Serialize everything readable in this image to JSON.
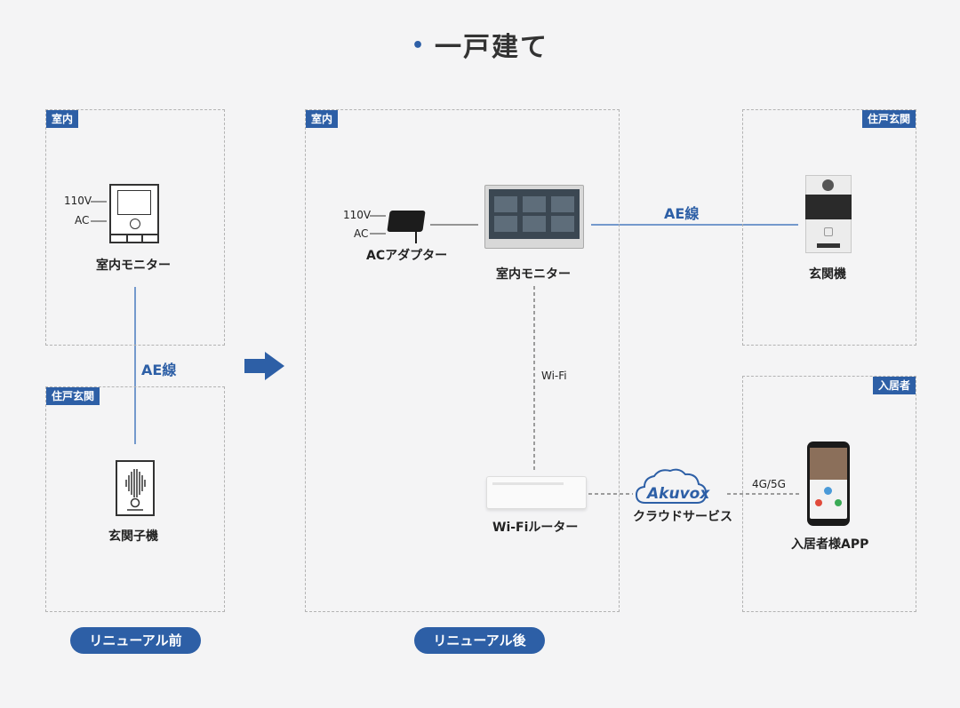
{
  "title": "一戸建て",
  "zones": {
    "before_indoor": "室内",
    "before_entrance": "住戸玄関",
    "after_indoor": "室内",
    "after_entrance": "住戸玄関",
    "after_resident": "入居者"
  },
  "before": {
    "monitor_label": "室内モニター",
    "v110": "110V",
    "ac": "AC",
    "ae_line": "AE線",
    "door_label": "玄関子機",
    "pill": "リニューアル前"
  },
  "after": {
    "v110": "110V",
    "ac": "AC",
    "adapter_label": "ACアダプター",
    "monitor_label": "室内モニター",
    "ae_line": "AE線",
    "door_label": "玄関機",
    "wifi": "Wi-Fi",
    "router_label": "Wi-Fiルーター",
    "cloud_brand": "Akuvox",
    "cloud_label": "クラウドサービス",
    "net_label": "4G/5G",
    "app_label": "入居者様APP",
    "pill": "リニューアル後"
  },
  "colors": {
    "accent": "#2d5fa6",
    "dashed_border": "#b3b3b3",
    "background": "#f4f4f5"
  }
}
